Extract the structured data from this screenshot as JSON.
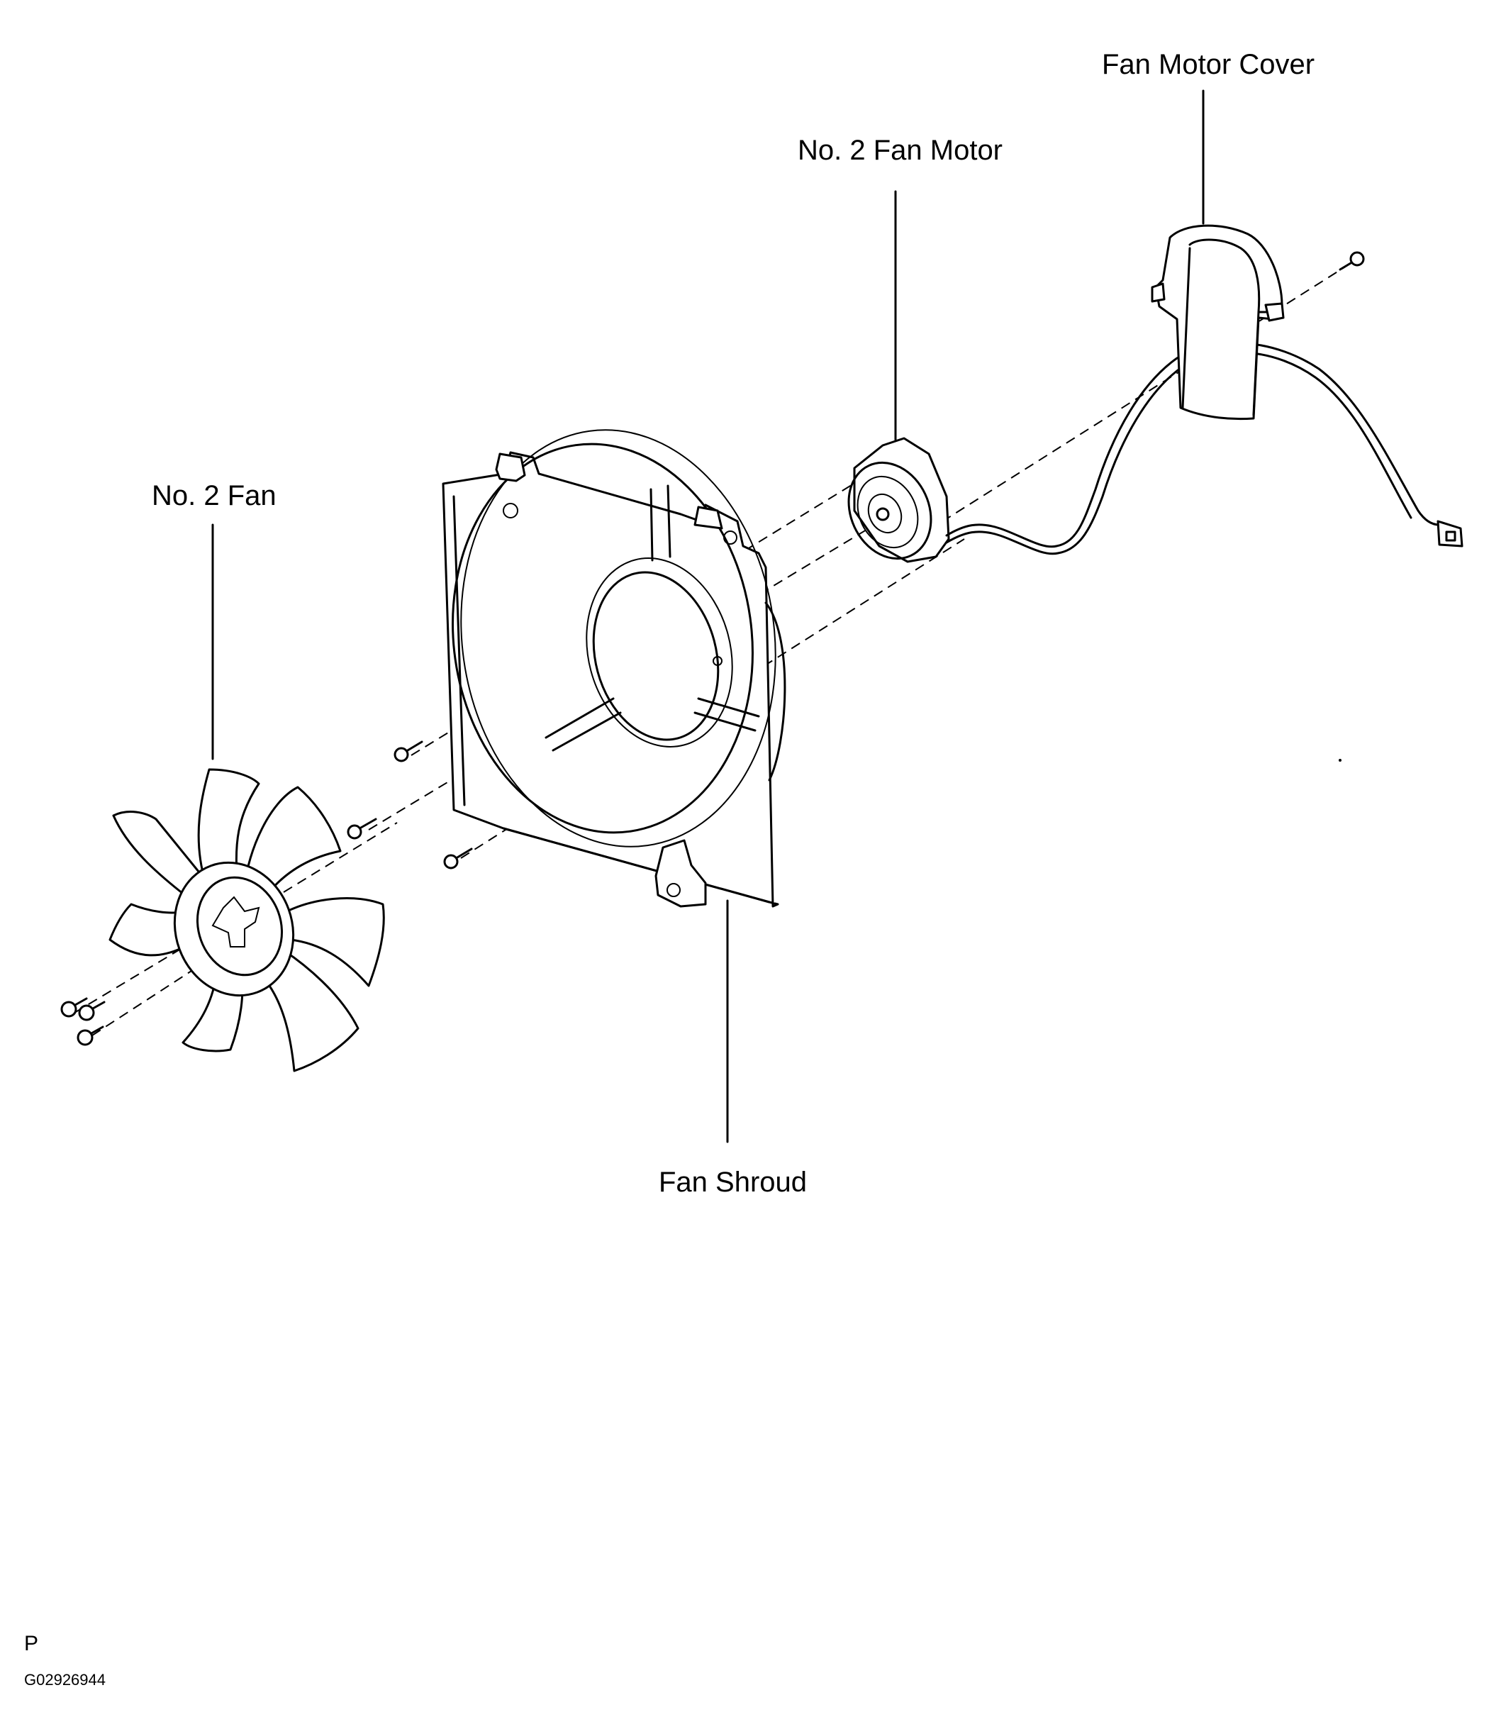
{
  "labels": {
    "no2_fan": "No. 2 Fan",
    "no2_fan_motor": "No. 2 Fan Motor",
    "fan_motor_cover": "Fan Motor Cover",
    "fan_shroud": "Fan Shroud"
  },
  "footer": {
    "mark": "P",
    "figure_code": "G02926944"
  }
}
